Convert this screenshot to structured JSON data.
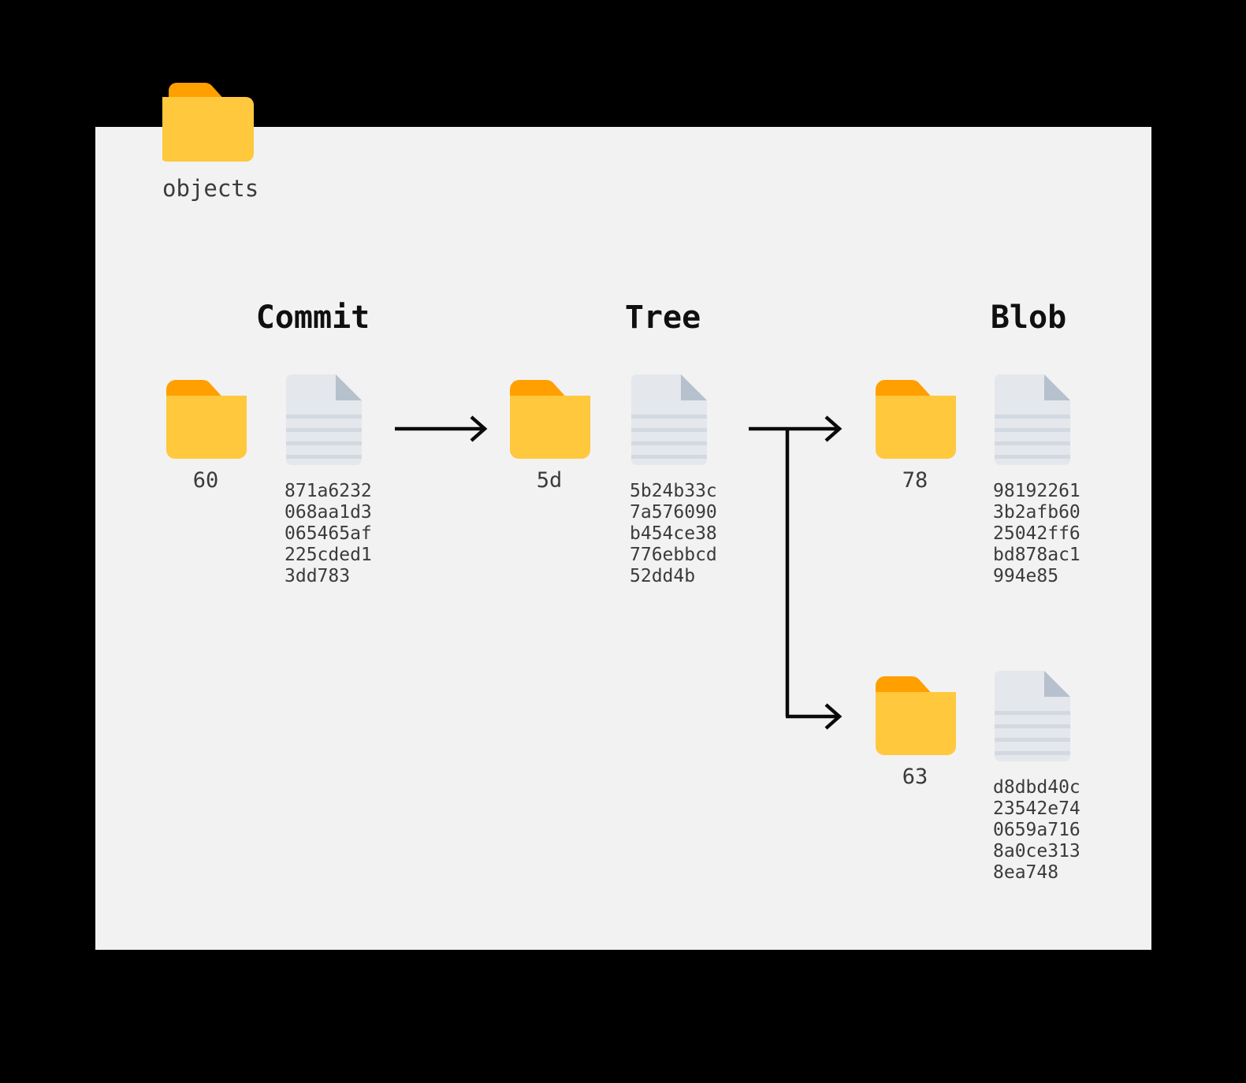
{
  "diagram": {
    "title": "objects",
    "background_color": "#f2f2f2",
    "page_color": "#000000",
    "folder_tab_color": "#FF9F00",
    "folder_body_color": "#FFC83D",
    "file_body_color": "#e4e7ec",
    "file_fold_color": "#b6c1cd",
    "file_line_color": "#d3d9e0",
    "arrow_color": "#0a0a0a",
    "text_color": "#3b3b3b",
    "heading_color": "#101010"
  },
  "root": {
    "icon": "folder-icon",
    "label": "objects"
  },
  "columns": [
    {
      "id": "commit",
      "heading": "Commit",
      "folder_icon": "folder-icon",
      "folder_label": "60",
      "file_icon": "file-icon",
      "file_hash": "871a6232\n068aa1d3\n065465af\n225cded1\n3dd783"
    },
    {
      "id": "tree",
      "heading": "Tree",
      "folder_icon": "folder-icon",
      "folder_label": "5d",
      "file_icon": "file-icon",
      "file_hash": "5b24b33c\n7a576090\nb454ce38\n776ebbcd\n52dd4b"
    },
    {
      "id": "blob",
      "heading": "Blob",
      "folder_icon": "folder-icon",
      "folder_label": "78",
      "file_icon": "file-icon",
      "file_hash": "98192261\n3b2afb60\n25042ff6\nbd878ac1\n994e85"
    }
  ],
  "blob_second": {
    "id": "blob-2",
    "folder_icon": "folder-icon",
    "folder_label": "63",
    "file_icon": "file-icon",
    "file_hash": "d8dbd40c\n23542e74\n0659a716\n8a0ce313\n8ea748"
  },
  "arrows": [
    {
      "id": "commit-to-tree",
      "type": "straight"
    },
    {
      "id": "tree-to-blobs",
      "type": "branching",
      "branches": 2
    }
  ]
}
